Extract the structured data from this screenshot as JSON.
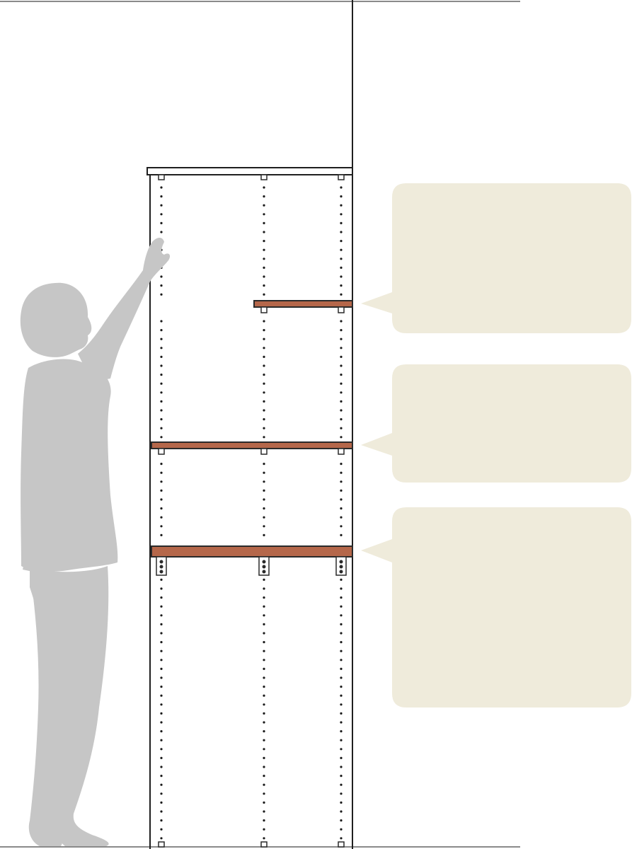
{
  "colors": {
    "background": "#ffffff",
    "outline": "#1f1f1f",
    "ceiling_line": "#8a8a8a",
    "shelf_board": "#b5674a",
    "shelf_outline": "#2a2a2a",
    "person_silhouette": "#c6c6c6",
    "callout_fill": "#efebdb",
    "hole_dot": "#1a1a1a"
  },
  "figure": {
    "person": {
      "icon": "person-reaching-silhouette-icon"
    },
    "shelves": [
      {
        "id": "top-short-shelf",
        "type": "short shelf on small pin brackets"
      },
      {
        "id": "middle-shelf",
        "type": "full-width shelf on small pin brackets"
      },
      {
        "id": "lower-shelf",
        "type": "thick full-width shelf on heavy brackets"
      }
    ],
    "callouts": [
      {
        "id": "callout-top",
        "text": ""
      },
      {
        "id": "callout-middle",
        "text": ""
      },
      {
        "id": "callout-lower",
        "text": ""
      }
    ]
  }
}
